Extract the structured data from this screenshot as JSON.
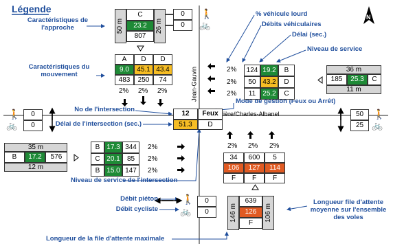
{
  "legend_title": "Légende",
  "labels": {
    "approach": "Caractéristiques de\nl'approche",
    "movement": "Caractéristiques du\nmouvement",
    "intersection_no": "No de l'intersection",
    "intersection_delay": "Délai de l'intersection (sec.)",
    "intersection_los": "Niveau de service de l'intersection",
    "ped_flow": "Débit piéton",
    "bike_flow": "Débit cycliste",
    "max_queue": "Longueur de la file d'attente maximale",
    "heavy_vehicle": "% véhicule lourd",
    "vehicle_flow": "Débits véhiculaires",
    "delay": "Délai (sec.)",
    "los": "Niveau de service",
    "control_mode": "Mode de gestion (Feux ou Arrêt)",
    "avg_queue": "Longueur file d'attente\nmoyenne sur l'ensemble\ndes voles"
  },
  "intersection": {
    "number": "12",
    "control": "Feux",
    "delay": "51.3",
    "los": "D",
    "street_ns": "Jean-Gauvin",
    "street_ew": "Hêtrière/Charles-Albanel"
  },
  "north": {
    "max_queue": "50 m",
    "avg_queue": "26 m",
    "approach_los": "C",
    "approach_delay": "23.2",
    "approach_volume": "807",
    "ped": "0",
    "bike": "0",
    "movements": [
      {
        "los": "A",
        "delay": "9.0",
        "volume": "483",
        "hv": "2%"
      },
      {
        "los": "D",
        "delay": "45.1",
        "volume": "250",
        "hv": "2%"
      },
      {
        "los": "D",
        "delay": "43.4",
        "volume": "74",
        "hv": "2%"
      }
    ]
  },
  "east": {
    "max_queue": "36 m",
    "avg_queue": "11 m",
    "approach_volume": "185",
    "approach_delay": "25.3",
    "approach_los": "C",
    "ped": "50",
    "bike": "25",
    "movements": [
      {
        "hv": "2%",
        "volume": "124",
        "delay": "19.2",
        "los": "B"
      },
      {
        "hv": "2%",
        "volume": "50",
        "delay": "43.2",
        "los": "D"
      },
      {
        "hv": "2%",
        "volume": "11",
        "delay": "25.2",
        "los": "C"
      }
    ]
  },
  "south": {
    "max_queue": "146 m",
    "avg_queue": "106 m",
    "approach_volume": "639",
    "approach_delay": "126",
    "approach_los": "F",
    "ped": "0",
    "bike": "0",
    "movements": [
      {
        "hv": "2%",
        "volume": "34",
        "delay": "106",
        "los": "F"
      },
      {
        "hv": "2%",
        "volume": "600",
        "delay": "127",
        "los": "F"
      },
      {
        "hv": "2%",
        "volume": "5",
        "delay": "114",
        "los": "F"
      }
    ]
  },
  "west": {
    "max_queue": "35 m",
    "avg_queue": "12 m",
    "approach_los": "B",
    "approach_delay": "17.2",
    "approach_volume": "576",
    "ped": "0",
    "bike": "0",
    "movements": [
      {
        "los": "B",
        "delay": "17.3",
        "volume": "344",
        "hv": "2%"
      },
      {
        "los": "C",
        "delay": "20.1",
        "volume": "85",
        "hv": "2%"
      },
      {
        "los": "B",
        "delay": "15.0",
        "volume": "147",
        "hv": "2%"
      }
    ]
  },
  "compass": "N",
  "colors": {
    "los_green": "#1e8a36",
    "los_yellow": "#f6bd24",
    "los_orange": "#e05a22",
    "label_blue": "#1f4e9c"
  },
  "icons": [
    "pedestrian-icon",
    "bicycle-icon",
    "north-arrow-icon",
    "double-arrow-icon",
    "movement-arrow-icon"
  ]
}
